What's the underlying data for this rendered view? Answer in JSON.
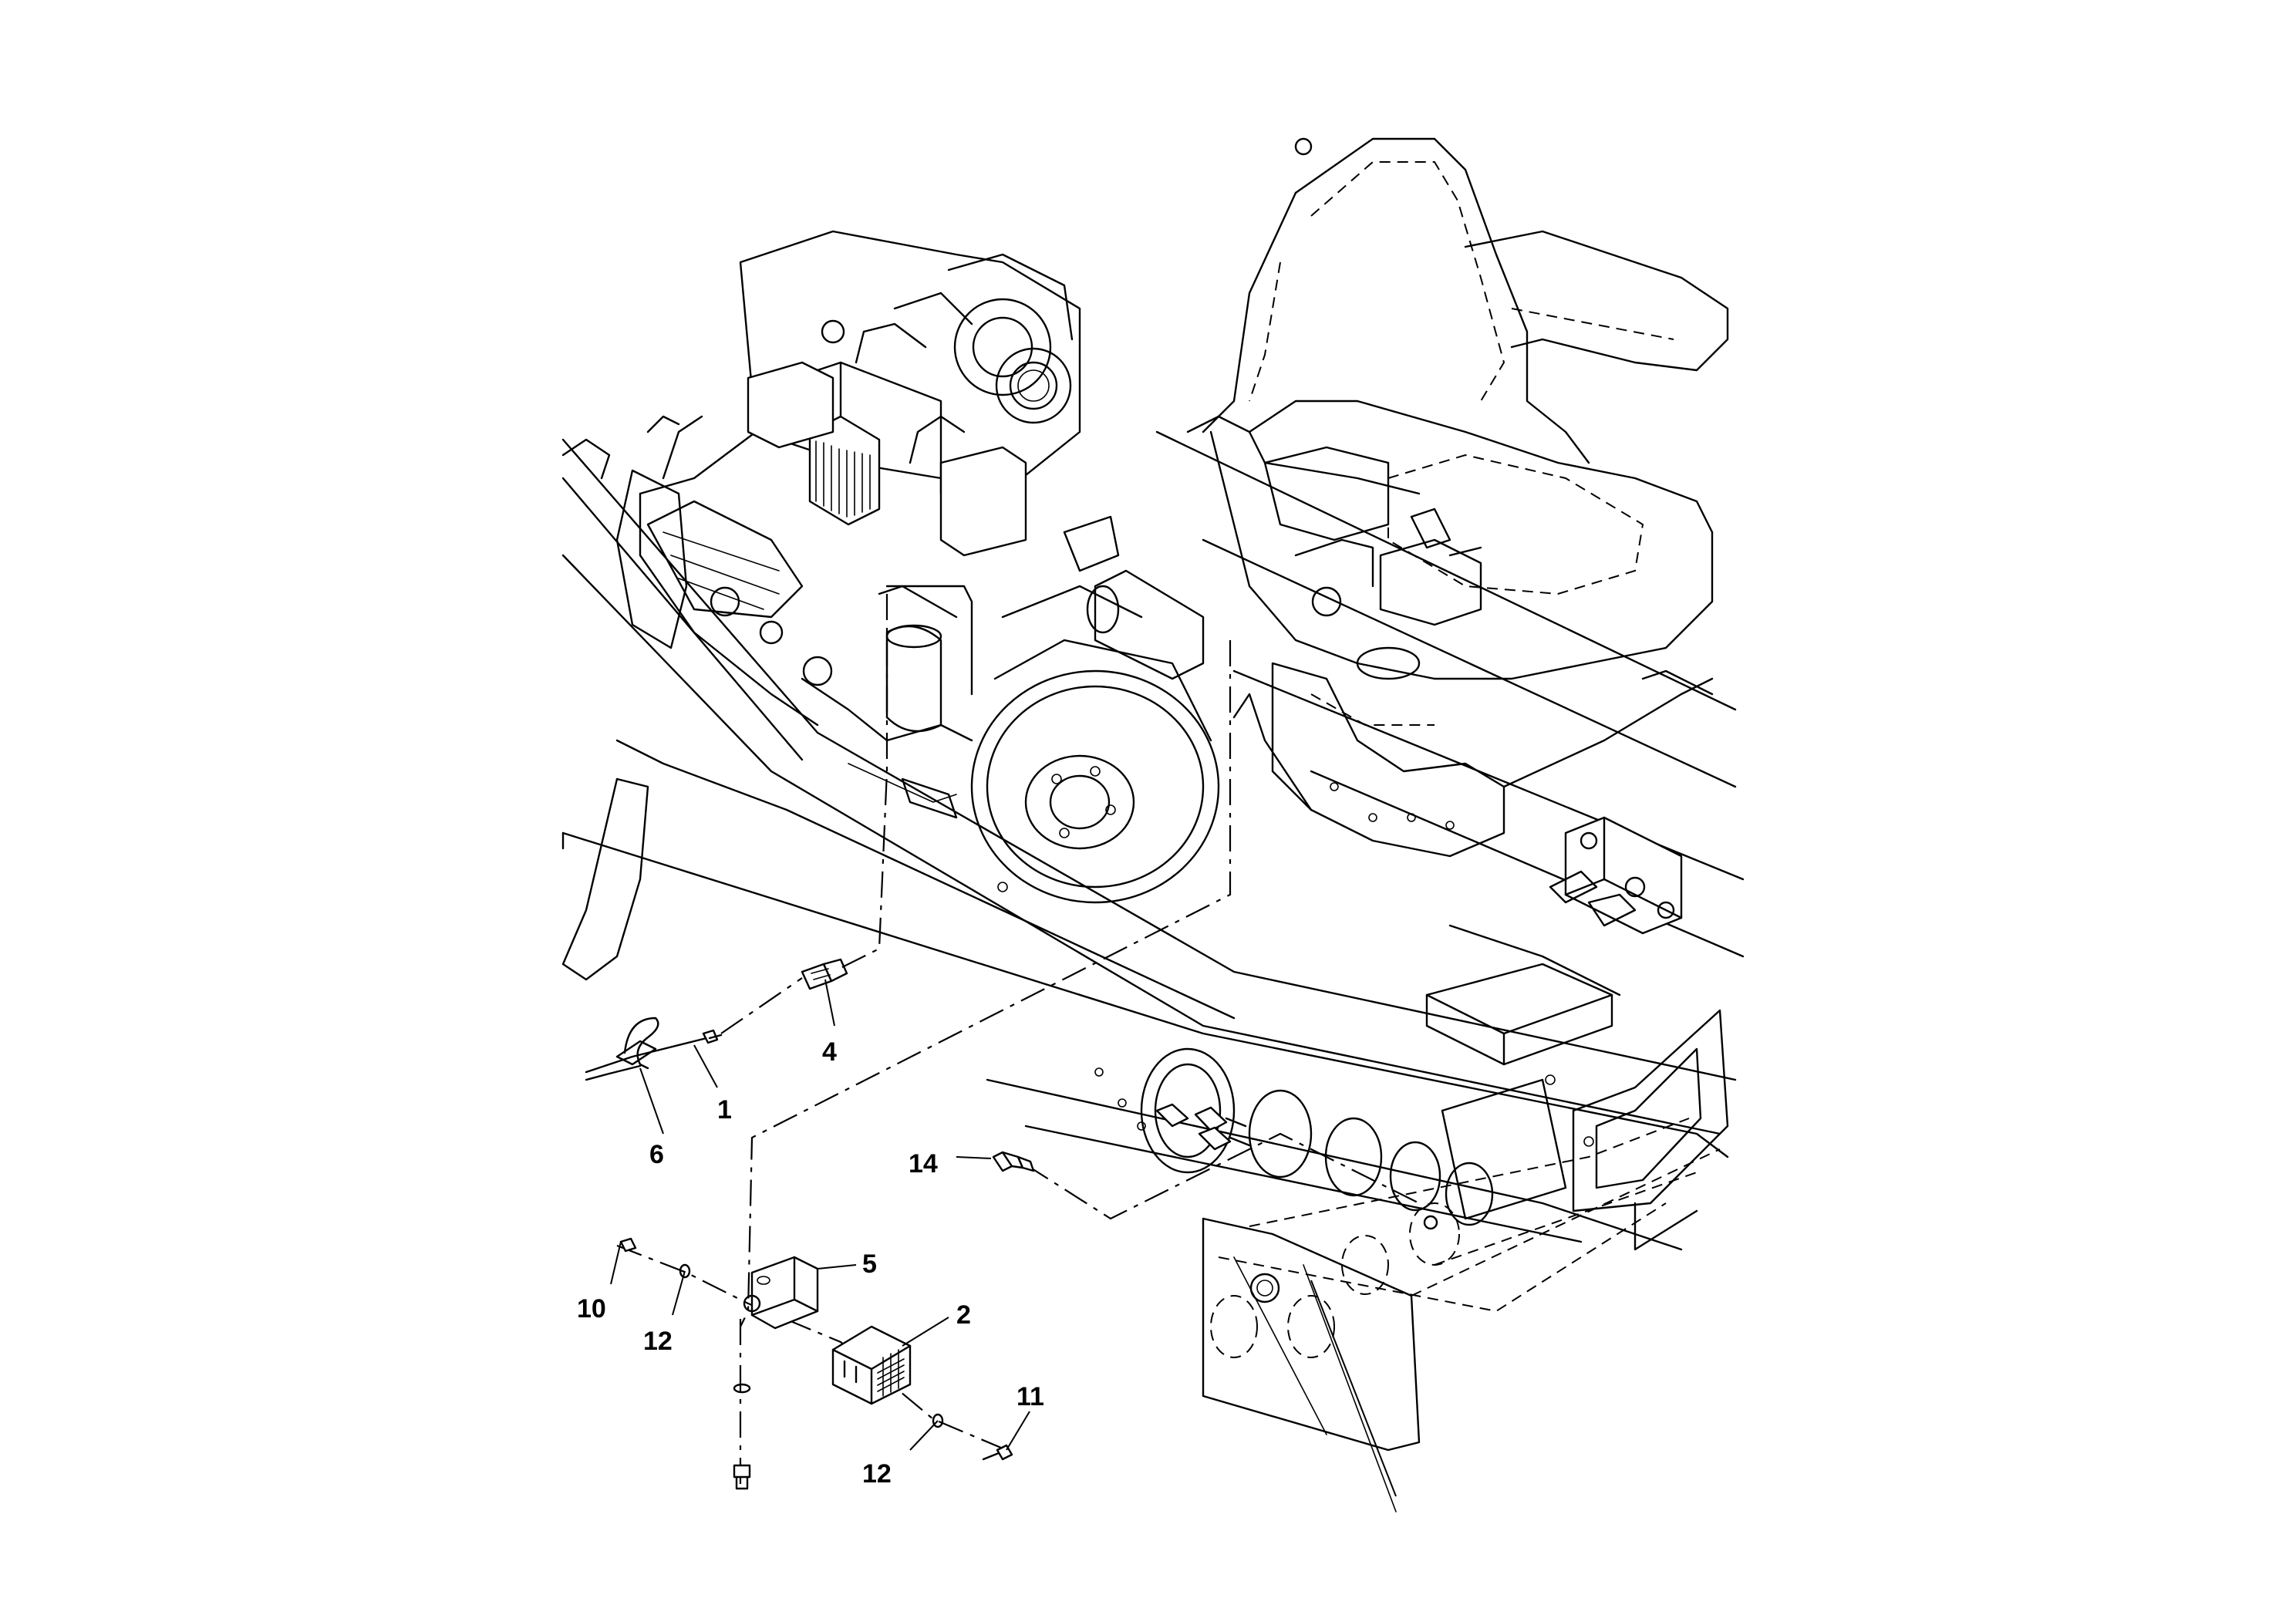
{
  "callouts": {
    "c1": "1",
    "c2": "2",
    "c4": "4",
    "c5": "5",
    "c6": "6",
    "c10": "10",
    "c11": "11",
    "c12a": "12",
    "c12b": "12",
    "c14": "14"
  },
  "colors": {
    "line": "#000000",
    "background": "#ffffff"
  }
}
